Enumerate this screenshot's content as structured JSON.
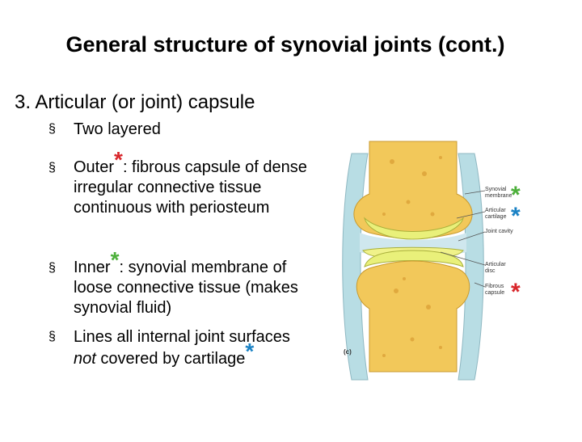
{
  "title": "General structure of synovial joints (cont.)",
  "heading": "3. Articular (or joint) capsule",
  "bullet_symbol": "§",
  "bullets": {
    "b1": "Two layered",
    "b2_pre": "Outer",
    "b2_post": ": fibrous capsule of dense irregular connective tissue continuous with periosteum",
    "b3_pre": "Inner",
    "b3_post": ": synovial membrane of loose connective tissue (makes synovial fluid)",
    "b4_pre": "Lines all internal joint surfaces ",
    "b4_em": "not",
    "b4_post": " covered by cartilage"
  },
  "star": "*",
  "figure": {
    "panel_label": "(c)",
    "labels": {
      "synovial_membrane": "Synovial membrane",
      "articular_cartilage": "Articular cartilage",
      "joint_cavity": "Joint cavity",
      "articular_disc": "Articular disc",
      "fibrous_capsule": "Fibrous capsule"
    }
  },
  "colors": {
    "star_green": "#4caf3a",
    "star_blue": "#1b82c4",
    "star_red": "#d8262b",
    "bone": "#f2c85a",
    "cartilage": "#e9f07a",
    "capsule": "#b8dde4"
  }
}
